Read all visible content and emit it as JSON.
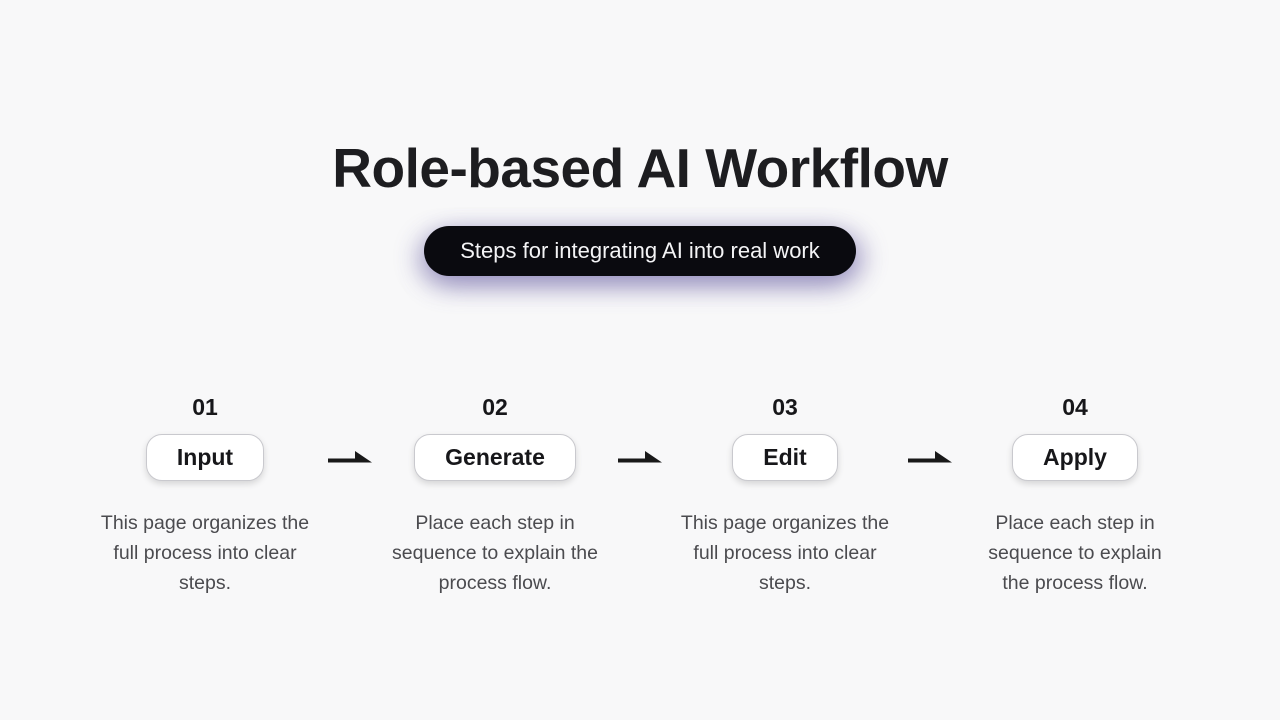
{
  "page": {
    "title": "Role-based AI Workflow",
    "badge": "Steps for integrating AI into real work"
  },
  "steps": [
    {
      "number": "01",
      "label": "Input",
      "description": "This page organizes the full process into clear steps."
    },
    {
      "number": "02",
      "label": "Generate",
      "description": "Place each step in sequence to explain the process flow."
    },
    {
      "number": "03",
      "label": "Edit",
      "description": "This page organizes the full process into clear steps."
    },
    {
      "number": "04",
      "label": "Apply",
      "description": "Place each step in sequence to explain the process flow."
    }
  ],
  "icons": {
    "arrow": "arrow-right-icon"
  },
  "colors": {
    "background": "#f8f8f9",
    "badge_background": "#0a0a0f",
    "badge_text": "#f4f4f6",
    "badge_glow": "#7c6eb4",
    "text_primary": "#1d1d20",
    "text_secondary": "#4b4b4f",
    "pill_background": "#ffffff",
    "pill_border": "#c9c9ce",
    "arrow": "#191919"
  }
}
